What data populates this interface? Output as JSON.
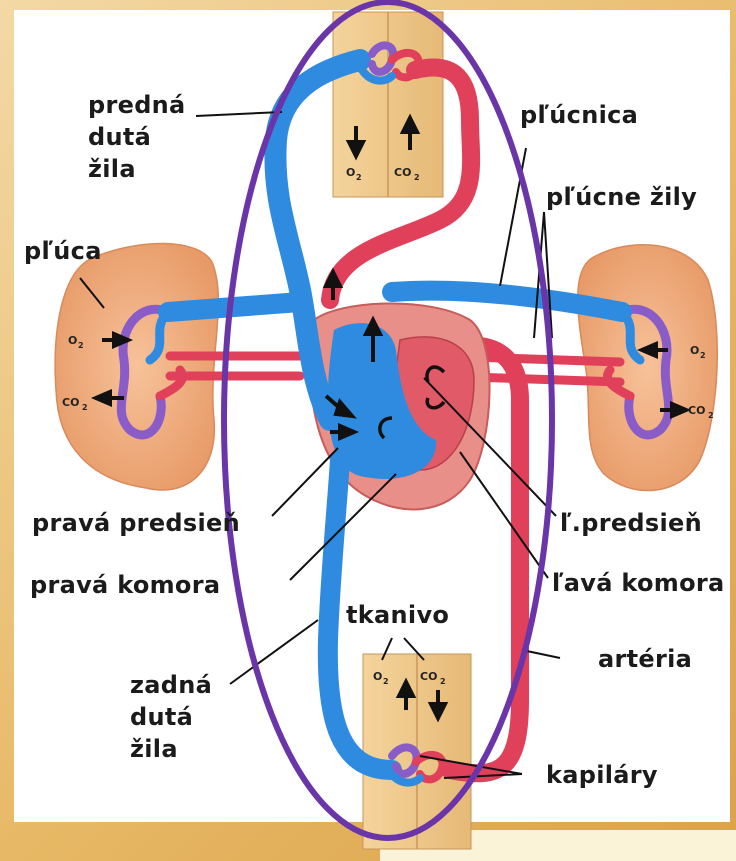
{
  "labels": {
    "predna": [
      "predná",
      "dutá",
      "žila"
    ],
    "plucnica": "pľúcnica",
    "plucne_zily": "pľúcne žily",
    "pluca": "pľúca",
    "prava_predsien": "pravá predsieň",
    "prava_komora": "pravá  komora",
    "lava_predsien": "ľ.predsieň",
    "lava_komora": "ľavá komora",
    "tkanivo": "tkanivo",
    "arteria": "artéria",
    "zadna": [
      "zadná",
      "dutá",
      "žila"
    ],
    "kapilary": "kapiláry"
  },
  "gases": {
    "o2": "O",
    "co2": "CO",
    "sub": "2"
  },
  "colors": {
    "vein_blue": "#2f8be0",
    "artery_red": "#e0405a",
    "lung": "#f0a878",
    "tissue": "#f0c98a",
    "highlight_oval": "#6a35a8"
  }
}
